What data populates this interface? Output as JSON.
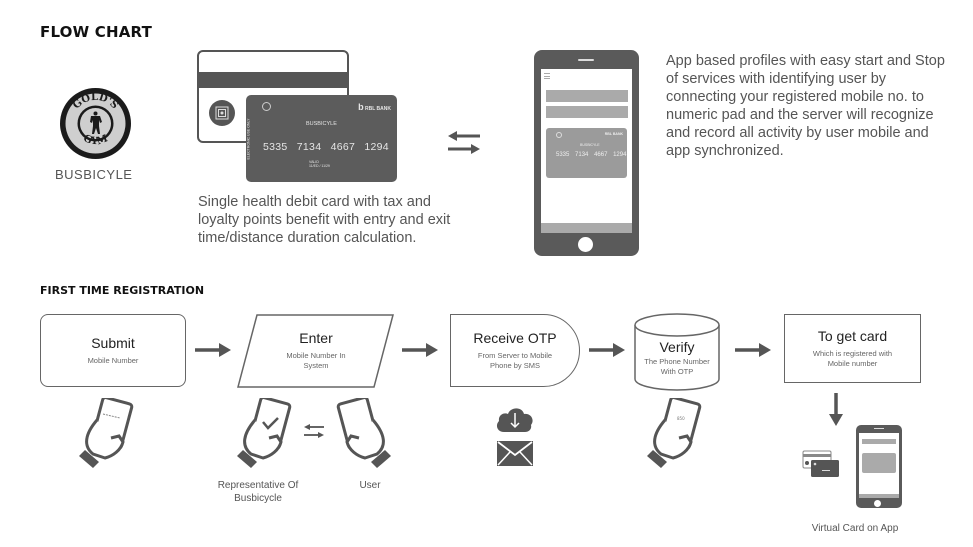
{
  "header": {
    "title": "FLOW CHART"
  },
  "brand": {
    "logo_top_text": "GOLD'S",
    "logo_bottom_text": "GYM",
    "name": "BUSBICYLE"
  },
  "card": {
    "brand": "BUSBICYLE",
    "bank": "RBL BANK",
    "number": [
      "5335",
      "7134",
      "4667",
      "1294"
    ],
    "valid_label": "VALID",
    "valid_dates": "11/ED / 11/29",
    "side_text": "ELECTRONIC USE ONLY",
    "description": "Single health debit card with tax and loyalty points benefit with entry and exit time/distance duration calculation."
  },
  "phone": {
    "description": "App based profiles with easy start and Stop of services with identifying user by connecting your registered mobile no. to numeric pad and the server will recognize and record all activity by user mobile and app synchronized."
  },
  "registration": {
    "title": "FIRST TIME REGISTRATION",
    "steps": [
      {
        "label": "Submit",
        "sub": "Mobile Number"
      },
      {
        "label": "Enter",
        "sub": "Mobile Number In System"
      },
      {
        "label": "Receive OTP",
        "sub": "From Server to Mobile Phone by SMS"
      },
      {
        "label": "Verify",
        "sub": "The Phone Number With OTP"
      },
      {
        "label": "To get card",
        "sub": "Which is registered with Mobile number"
      }
    ],
    "captions": {
      "representative": "Representative Of Busbicycle",
      "user": "User",
      "virtual_card": "Virtual Card on App"
    }
  },
  "colors": {
    "primary": "#5a5a5a",
    "light": "#aaaaaa",
    "text": "#555555"
  }
}
